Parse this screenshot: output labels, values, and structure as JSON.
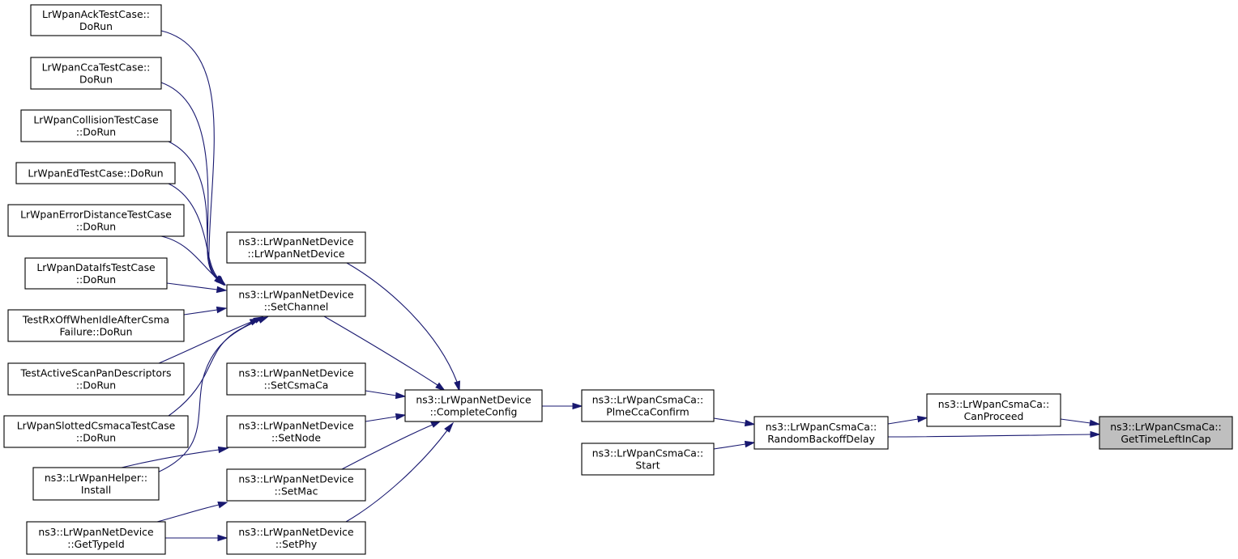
{
  "graph": {
    "nodes": [
      {
        "id": "ack",
        "lines": [
          "LrWpanAckTestCase::",
          "DoRun"
        ]
      },
      {
        "id": "cca",
        "lines": [
          "LrWpanCcaTestCase::",
          "DoRun"
        ]
      },
      {
        "id": "coll",
        "lines": [
          "LrWpanCollisionTestCase",
          "::DoRun"
        ]
      },
      {
        "id": "ed",
        "lines": [
          "LrWpanEdTestCase::DoRun"
        ]
      },
      {
        "id": "errd",
        "lines": [
          "LrWpanErrorDistanceTestCase",
          "::DoRun"
        ]
      },
      {
        "id": "difs",
        "lines": [
          "LrWpanDataIfsTestCase",
          "::DoRun"
        ]
      },
      {
        "id": "rxoff",
        "lines": [
          "TestRxOffWhenIdleAfterCsma",
          "Failure::DoRun"
        ]
      },
      {
        "id": "scan",
        "lines": [
          "TestActiveScanPanDescriptors",
          "::DoRun"
        ]
      },
      {
        "id": "slotted",
        "lines": [
          "LrWpanSlottedCsmacaTestCase",
          "::DoRun"
        ]
      },
      {
        "id": "helper",
        "lines": [
          "ns3::LrWpanHelper::",
          "Install"
        ]
      },
      {
        "id": "typeid",
        "lines": [
          "ns3::LrWpanNetDevice",
          "::GetTypeId"
        ]
      },
      {
        "id": "ctor",
        "lines": [
          "ns3::LrWpanNetDevice",
          "::LrWpanNetDevice"
        ]
      },
      {
        "id": "setchan",
        "lines": [
          "ns3::LrWpanNetDevice",
          "::SetChannel"
        ]
      },
      {
        "id": "setcsma",
        "lines": [
          "ns3::LrWpanNetDevice",
          "::SetCsmaCa"
        ]
      },
      {
        "id": "setnode",
        "lines": [
          "ns3::LrWpanNetDevice",
          "::SetNode"
        ]
      },
      {
        "id": "setmac",
        "lines": [
          "ns3::LrWpanNetDevice",
          "::SetMac"
        ]
      },
      {
        "id": "setphy",
        "lines": [
          "ns3::LrWpanNetDevice",
          "::SetPhy"
        ]
      },
      {
        "id": "complete",
        "lines": [
          "ns3::LrWpanNetDevice",
          "::CompleteConfig"
        ]
      },
      {
        "id": "plme",
        "lines": [
          "ns3::LrWpanCsmaCa::",
          "PlmeCcaConfirm"
        ]
      },
      {
        "id": "start",
        "lines": [
          "ns3::LrWpanCsmaCa::",
          "Start"
        ]
      },
      {
        "id": "rbd",
        "lines": [
          "ns3::LrWpanCsmaCa::",
          "RandomBackoffDelay"
        ]
      },
      {
        "id": "canp",
        "lines": [
          "ns3::LrWpanCsmaCa::",
          "CanProceed"
        ]
      },
      {
        "id": "gtl",
        "lines": [
          "ns3::LrWpanCsmaCa::",
          "GetTimeLeftInCap"
        ],
        "focus": true
      }
    ],
    "edges": [
      [
        "canp",
        "gtl"
      ],
      [
        "rbd",
        "gtl"
      ],
      [
        "rbd",
        "canp"
      ],
      [
        "plme",
        "rbd"
      ],
      [
        "start",
        "rbd"
      ],
      [
        "complete",
        "plme"
      ],
      [
        "ctor",
        "complete"
      ],
      [
        "setchan",
        "complete"
      ],
      [
        "setcsma",
        "complete"
      ],
      [
        "setnode",
        "complete"
      ],
      [
        "setmac",
        "complete"
      ],
      [
        "setphy",
        "complete"
      ],
      [
        "ack",
        "setchan"
      ],
      [
        "cca",
        "setchan"
      ],
      [
        "coll",
        "setchan"
      ],
      [
        "ed",
        "setchan"
      ],
      [
        "errd",
        "setchan"
      ],
      [
        "difs",
        "setchan"
      ],
      [
        "rxoff",
        "setchan"
      ],
      [
        "scan",
        "setchan"
      ],
      [
        "slotted",
        "setchan"
      ],
      [
        "helper",
        "setchan"
      ],
      [
        "helper",
        "setnode"
      ],
      [
        "typeid",
        "setmac"
      ],
      [
        "typeid",
        "setphy"
      ]
    ],
    "colors": {
      "edge": "#191970",
      "focus_fill": "#bfbfbf",
      "node_fill": "#ffffff",
      "border": "#000000"
    }
  }
}
